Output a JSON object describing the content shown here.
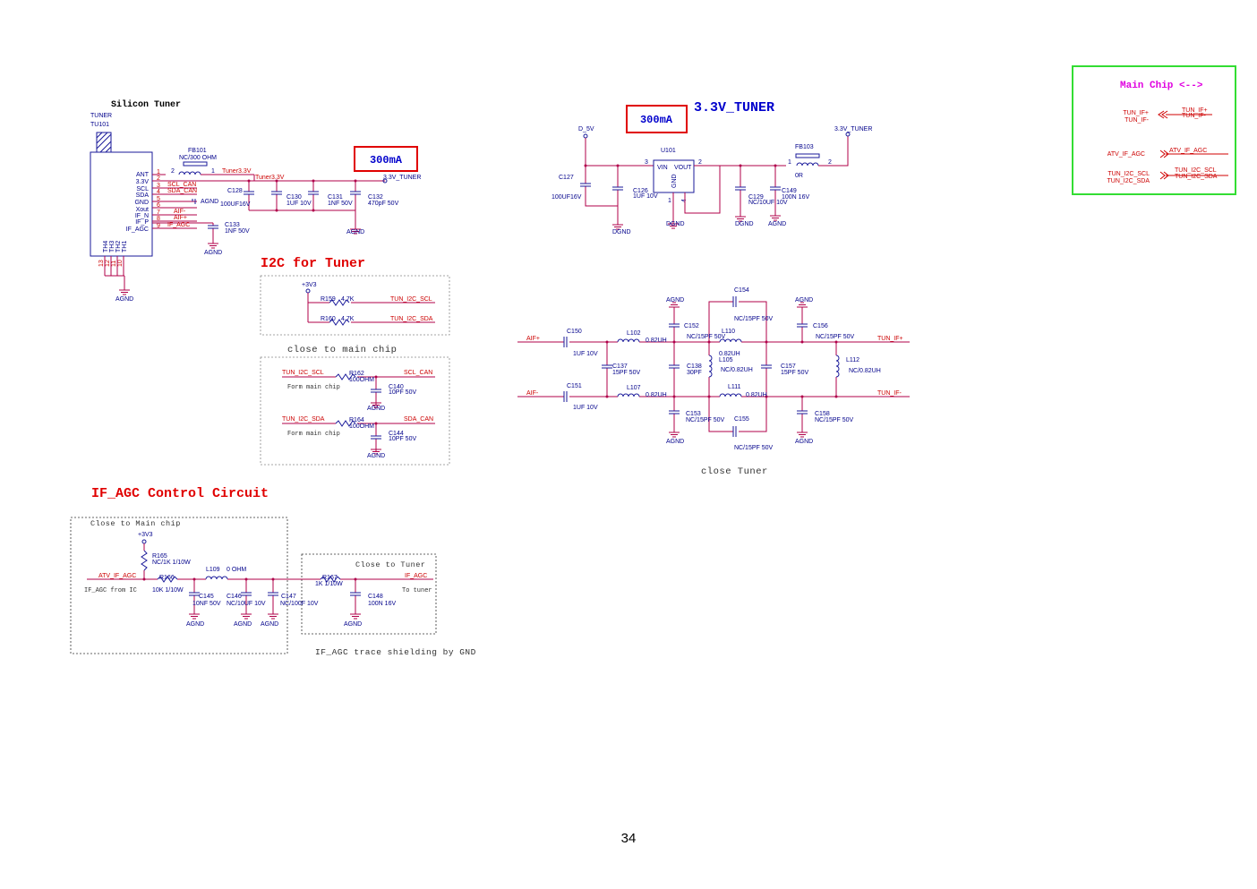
{
  "sections": {
    "silicon_tuner": "Silicon Tuner",
    "tuner_33v": "3.3V_TUNER",
    "i2c_for_tuner": "I2C for Tuner",
    "if_agc_control": "IF_AGC Control Circuit",
    "main_chip": "Main Chip <-->"
  },
  "current_boxes": {
    "left": "300mA",
    "right": "300mA"
  },
  "tuner": {
    "ref": "TUNER",
    "designator": "TU101",
    "pins_left": [
      "ANT",
      "3.3V",
      "SCL",
      "SDA",
      "GND",
      "Xout",
      "IF_N",
      "IF_P",
      "IF_AGC"
    ],
    "pin_numbers": [
      "1",
      "2",
      "3",
      "4",
      "5",
      "6",
      "7",
      "8",
      "9"
    ],
    "bottom_pins": [
      "TH4",
      "TH3",
      "TH2",
      "TH1"
    ],
    "bottom_nums": [
      "13",
      "12",
      "11",
      "10"
    ],
    "nets": [
      "SCL_CAN",
      "SDA_CAN",
      "AIF-",
      "AIF+",
      "IF_AGC"
    ],
    "fb101": "FB101",
    "fb101_val": "NC/300 OHM",
    "fb_pin2": "2",
    "fb_pin1": "1",
    "net_tuner33": "Tuner3.3V",
    "net_tuner33b": "Tuner3.3V",
    "net_33tuner": "3.3V_TUNER",
    "c128": "C128",
    "c128_val": "100UF16V",
    "c130": "C130",
    "c130_val": "1UF 10V",
    "c131": "C131",
    "c131_val": "1NF 50V",
    "c132": "C132",
    "c132_val": "470pF 50V",
    "c133": "C133",
    "c133_val": "1NF 50V",
    "agnd": "AGND",
    "agnd_pin": "AGND"
  },
  "regulator": {
    "d5v": "D_5V",
    "u101": "U101",
    "vin": "VIN",
    "vout": "VOUT",
    "gnd": "GND",
    "pin3": "3",
    "pin2": "2",
    "pin1": "1",
    "pin4": "4",
    "c127": "C127",
    "c127_val": "100UF16V",
    "c126": "C126",
    "c126_val": "1UF 10V",
    "c129": "C129",
    "c129_val": "NC/10UF 10V",
    "c149": "C149",
    "c149_val": "100N 16V",
    "fb103": "FB103",
    "fb103_val": "0R",
    "fb_pin1": "1",
    "fb_pin2": "2",
    "out_net": "3.3V_TUNER",
    "dgnd": "DGND",
    "agnd": "AGND"
  },
  "main_chip": {
    "tun_ifp": "TUN_IF+",
    "tun_ifn": "TUN_IF-",
    "tun_ifp_r": "TUN_IF+",
    "tun_ifn_r": "TUN_IF-",
    "atv_if_agc": "ATV_IF_AGC",
    "atv_if_agc_r": "ATV_IF_AGC",
    "tun_i2c_scl": "TUN_I2C_SCL",
    "tun_i2c_sda": "TUN_I2C_SDA",
    "tun_i2c_scl_r": "TUN_I2C_SCL",
    "tun_i2c_sda_r": "TUN_I2C_SDA"
  },
  "i2c": {
    "v3v3": "+3V3",
    "r159": "R159",
    "r159_val": "4.7K",
    "r160": "R160",
    "r160_val": "4.7K",
    "scl_net": "TUN_I2C_SCL",
    "sda_net": "TUN_I2C_SDA",
    "note": "close to main chip",
    "scl_in": "TUN_I2C_SCL",
    "sda_in": "TUN_I2C_SDA",
    "r162": "R162",
    "r162_val": "100OHM",
    "r164": "R164",
    "r164_val": "100OHM",
    "scl_out": "SCL_CAN",
    "sda_out": "SDA_CAN",
    "c140": "C140",
    "c140_val": "10PF 50V",
    "c144": "C144",
    "c144_val": "10PF 50V",
    "form1": "Form main chip",
    "form2": "Form main chip",
    "agnd": "AGND"
  },
  "filter": {
    "aifp": "AIF+",
    "aifn": "AIF-",
    "tunp": "TUN_IF+",
    "tunn": "TUN_IF-",
    "c150": "C150",
    "c150_val": "1UF 10V",
    "c151": "C151",
    "c151_val": "1UF 10V",
    "l102": "L102",
    "l102_val": "0.82UH",
    "l107": "L107",
    "l107_val": "0.82UH",
    "c137": "C137",
    "c137_val": "15PF 50V",
    "c152": "C152",
    "c152_val": "NC/15PF 50V",
    "c153": "C153",
    "c153_val": "NC/15PF 50V",
    "c138": "C138",
    "c138_val": "30PF",
    "l105": "L105",
    "l105_val": "NC/0.82UH",
    "l105_val2": "0.82UH",
    "l110": "L110",
    "l111": "L111",
    "l111_val": "0.82UH",
    "c154": "C154",
    "c154_val": "NC/15PF 50V",
    "c155": "C155",
    "c155_val": "NC/15PF 50V",
    "c157": "C157",
    "c157_val": "15PF 50V",
    "c156": "C156",
    "c156_val": "NC/15PF 50V",
    "c158": "C158",
    "c158_val": "NC/15PF 50V",
    "l112": "L112",
    "l112_val": "NC/0.82UH",
    "agnd": "AGND",
    "note": "close Tuner"
  },
  "agc": {
    "close_main": "Close to Main chip",
    "close_tuner": "Close to Tuner",
    "v3v3": "+3V3",
    "r165": "R165",
    "r165_val": "NC/1K 1/10W",
    "r166": "R166",
    "r166_val": "10K 1/10W",
    "l109": "L109",
    "l109_val": "0 OHM",
    "atv": "ATV_IF_AGC",
    "from_ic": "IF_AGC from  IC",
    "c145": "C145",
    "c145_val": "10NF 50V",
    "c146": "C146",
    "c146_val": "NC/10UF 10V",
    "c147": "C147",
    "c147_val": "NC/100F 10V",
    "r167": "R167",
    "r167_val": "1K 1/10W",
    "c148": "C148",
    "c148_val": "100N 16V",
    "if_agc": "IF_AGC",
    "to_tuner": "To tuner",
    "agnd": "AGND",
    "shield_note": "IF_AGC trace shielding by GND"
  },
  "page_number": "34"
}
